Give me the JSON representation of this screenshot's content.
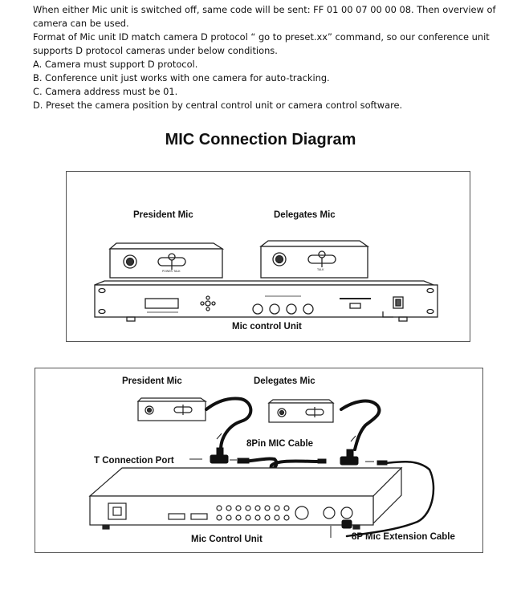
{
  "text": {
    "line1": "When either Mic unit is switched off, same code will be sent: FF 01 00 07 00 00 08. Then overview of",
    "line2": "camera can be used.",
    "line3": "Format of Mic unit ID match camera D protocol “ go to preset.xx” command, so our conference unit",
    "line4": "supports D protocol cameras under below conditions.",
    "line5": "A.  Camera must support D protocol.",
    "line6": "B.  Conference unit just works with one camera for auto-tracking.",
    "line7": "C.  Camera address must be 01.",
    "line8": "D.  Preset the camera position by central control unit or camera control software."
  },
  "diagram_title": "MIC Connection Diagram",
  "diagram1": {
    "president_label": "President Mic",
    "delegates_label": "Delegates Mic",
    "control_unit_label": "Mic control Unit"
  },
  "diagram2": {
    "president_label": "President Mic",
    "delegates_label": "Delegates Mic",
    "cable_label": "8Pin MIC Cable",
    "t_port_label": "T Connection Port",
    "control_unit_label": "Mic Control Unit",
    "extension_label": "8P Mic Extension Cable"
  }
}
